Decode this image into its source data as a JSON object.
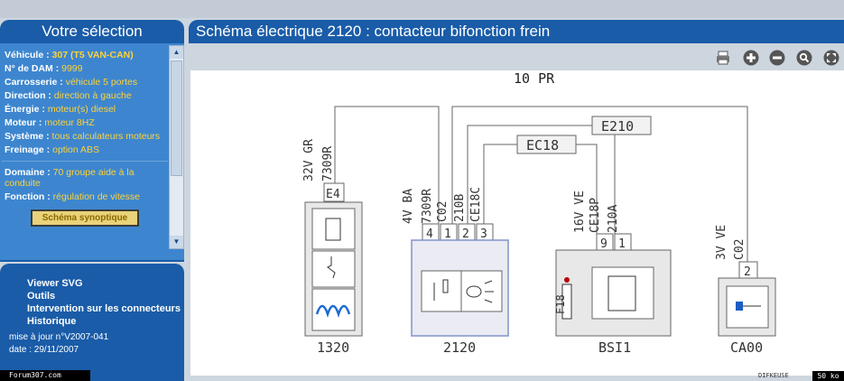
{
  "sidebar": {
    "title": "Votre sélection",
    "fields": [
      {
        "label": "Véhicule : ",
        "value": "307 (T5 VAN-CAN)",
        "bold": true
      },
      {
        "label": "N° de DAM : ",
        "value": "9999"
      },
      {
        "label": "Carrosserie : ",
        "value": "véhicule 5 portes"
      },
      {
        "label": "Direction : ",
        "value": "direction à gauche"
      },
      {
        "label": "Énergie : ",
        "value": "moteur(s) diesel"
      },
      {
        "label": "Moteur : ",
        "value": "moteur 8HZ"
      },
      {
        "label": "Système : ",
        "value": "tous calculateurs moteurs"
      },
      {
        "label": "Freinage : ",
        "value": "option ABS"
      }
    ],
    "domain": {
      "label": "Domaine : ",
      "value": "70 groupe aide à la conduite"
    },
    "function": {
      "label": "Fonction : ",
      "value": "régulation de vitesse"
    },
    "synoptic_button": "Schéma synoptique",
    "menu": [
      "Viewer SVG",
      "Outils",
      "Intervention sur les connecteurs",
      "Historique"
    ],
    "update": "mise à jour n°V2007-041",
    "date": "date : 29/11/2007",
    "forum": "Forum307.com"
  },
  "main": {
    "title": "Schéma électrique 2120 : contacteur bifonction frein",
    "toolbar": [
      "print-icon",
      "zoom-in-icon",
      "zoom-out-icon",
      "magnifier-icon",
      "fit-icon"
    ],
    "colors": {
      "header": "#1a5ca8",
      "panel": "#3d86cf",
      "accent": "#ffd23a",
      "connector_box": "#7f93c9"
    },
    "diagram": {
      "top_label": "10 PR",
      "wire_labels": [
        {
          "name": "E210",
          "kind": "box"
        },
        {
          "name": "EC18",
          "kind": "box"
        }
      ],
      "wire_texts": {
        "w1": "32V GR",
        "w1b": "7309R",
        "w2": "4V BA",
        "w2b": "7309R",
        "w3": "C02",
        "w4": "210B",
        "w5": "CE18C",
        "w6": "16V VE",
        "w6b": "CE18P",
        "w7": "210A",
        "w8": "3V VE",
        "w8b": "C02"
      },
      "pins": {
        "p1320": "E4",
        "p2120a": "4",
        "p2120b": "1",
        "p2120c": "2",
        "p2120d": "3",
        "pbsi1": "9",
        "pbsi2": "1",
        "pca": "2"
      },
      "components": [
        "1320",
        "2120",
        "BSI1",
        "CA00"
      ],
      "fuse": "F18"
    },
    "footer_logo": "DIFKEUSE",
    "size_badge": "50 ko"
  }
}
